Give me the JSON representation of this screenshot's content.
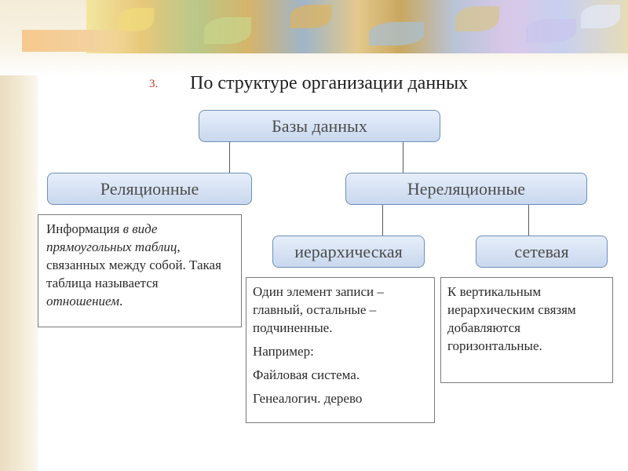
{
  "slide": {
    "heading_number": "3.",
    "heading": "По структуре организации данных"
  },
  "diagram": {
    "root": "Базы данных",
    "relational": {
      "label": "Реляционные",
      "desc": {
        "t1": "Информация ",
        "t2": "в виде прямоугольных таблиц",
        "t3": ", связанных между собой. Такая таблица называется ",
        "t4": "отношением",
        "t5": "."
      }
    },
    "nonrelational": {
      "label": "Нереляционные",
      "hierarchical": {
        "label": "иерархическая",
        "p1": "Один элемент записи – главный, остальные – подчиненные.",
        "p2": "Например:",
        "p3": "Файловая система.",
        "p4": "Генеалогич. дерево"
      },
      "network": {
        "label": "сетевая",
        "desc": "К вертикальным иерархическим связям добавляются горизонтальные."
      }
    }
  }
}
